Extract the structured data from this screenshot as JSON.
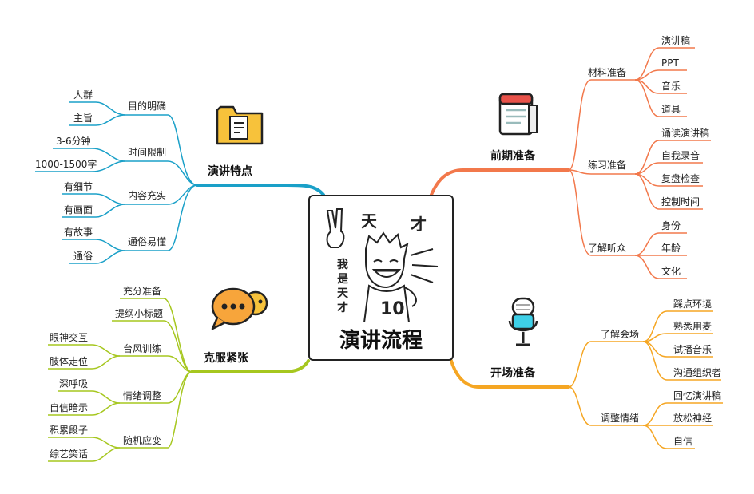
{
  "center": {
    "title": "演讲流程",
    "badge_text": [
      "天",
      "才"
    ],
    "side_text": [
      "我",
      "是",
      "天",
      "才"
    ],
    "jersey_number": "10"
  },
  "branches": {
    "features": {
      "label": "演讲特点",
      "color": "#1aa0c8",
      "icon": "folder-icon",
      "items": [
        {
          "label": "目的明确",
          "children": [
            "人群",
            "主旨"
          ]
        },
        {
          "label": "时间限制",
          "children": [
            "3-6分钟",
            "1000-1500字"
          ]
        },
        {
          "label": "内容充实",
          "children": [
            "有细节",
            "有画面"
          ]
        },
        {
          "label": "通俗易懂",
          "children": [
            "有故事",
            "通俗"
          ]
        }
      ]
    },
    "nerves": {
      "label": "克服紧张",
      "color": "#a6c71f",
      "icon": "chat-bubbles-icon",
      "items": [
        {
          "label": "充分准备",
          "children": []
        },
        {
          "label": "提纲小标题",
          "children": []
        },
        {
          "label": "台风训练",
          "children": [
            "眼神交互",
            "肢体走位"
          ]
        },
        {
          "label": "情绪调整",
          "children": [
            "深呼吸",
            "自信暗示"
          ]
        },
        {
          "label": "随机应变",
          "children": [
            "积累段子",
            "综艺笑话"
          ]
        }
      ]
    },
    "prep": {
      "label": "前期准备",
      "color": "#f2784b",
      "icon": "document-icon",
      "items": [
        {
          "label": "材料准备",
          "children": [
            "演讲稿",
            "PPT",
            "音乐",
            "道具"
          ]
        },
        {
          "label": "练习准备",
          "children": [
            "诵读演讲稿",
            "自我录音",
            "复盘检查",
            "控制时间"
          ]
        },
        {
          "label": "了解听众",
          "children": [
            "身份",
            "年龄",
            "文化"
          ]
        }
      ]
    },
    "opening": {
      "label": "开场准备",
      "color": "#f5a623",
      "icon": "microphone-icon",
      "items": [
        {
          "label": "了解会场",
          "children": [
            "踩点环境",
            "熟悉用麦",
            "试播音乐",
            "沟通组织者"
          ]
        },
        {
          "label": "调整情绪",
          "children": [
            "回忆演讲稿",
            "放松神经",
            "自信"
          ]
        }
      ]
    }
  }
}
